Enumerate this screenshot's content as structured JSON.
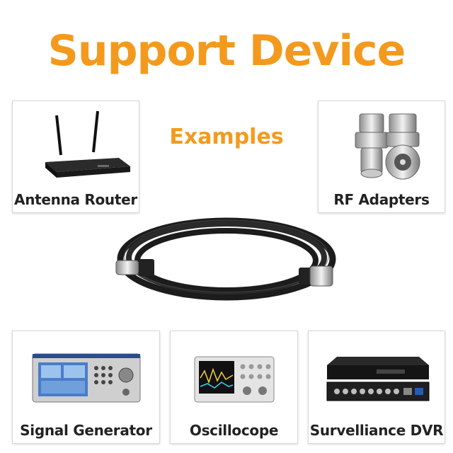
{
  "header": {
    "title": "Support Device",
    "subtitle": "Examples"
  },
  "colors": {
    "accent": "#f39a1e",
    "card_border": "#d9d9d9",
    "label": "#222222"
  },
  "cards": [
    {
      "label": "Antenna Router",
      "icon": "router-icon"
    },
    {
      "label": "RF Adapters",
      "icon": "rf-adapter-icon"
    },
    {
      "label": "Signal Generator",
      "icon": "signal-generator-icon"
    },
    {
      "label": "Oscillocope",
      "icon": "oscilloscope-icon"
    },
    {
      "label": "Survelliance DVR",
      "icon": "dvr-icon"
    }
  ],
  "product": {
    "icon": "bnc-cable-icon"
  }
}
